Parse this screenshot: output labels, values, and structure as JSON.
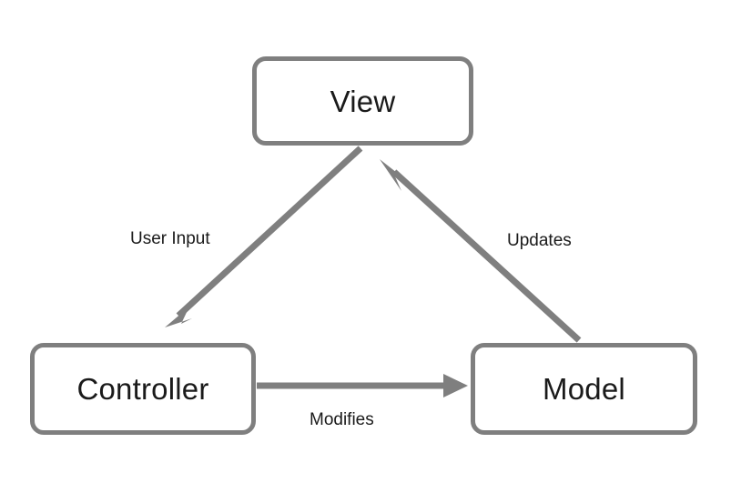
{
  "diagram": {
    "type": "mvc-flow-diagram",
    "background_color": "#ffffff",
    "stroke_color": "#7f7f7f",
    "text_color": "#1a1a1a",
    "nodes": [
      {
        "id": "view",
        "label": "View"
      },
      {
        "id": "controller",
        "label": "Controller"
      },
      {
        "id": "model",
        "label": "Model"
      }
    ],
    "edges": [
      {
        "id": "view-to-controller",
        "label": "User Input",
        "from": "view",
        "to": "controller"
      },
      {
        "id": "controller-to-model",
        "label": "Modifies",
        "from": "controller",
        "to": "model"
      },
      {
        "id": "model-to-view",
        "label": "Updates",
        "from": "model",
        "to": "view"
      }
    ]
  }
}
